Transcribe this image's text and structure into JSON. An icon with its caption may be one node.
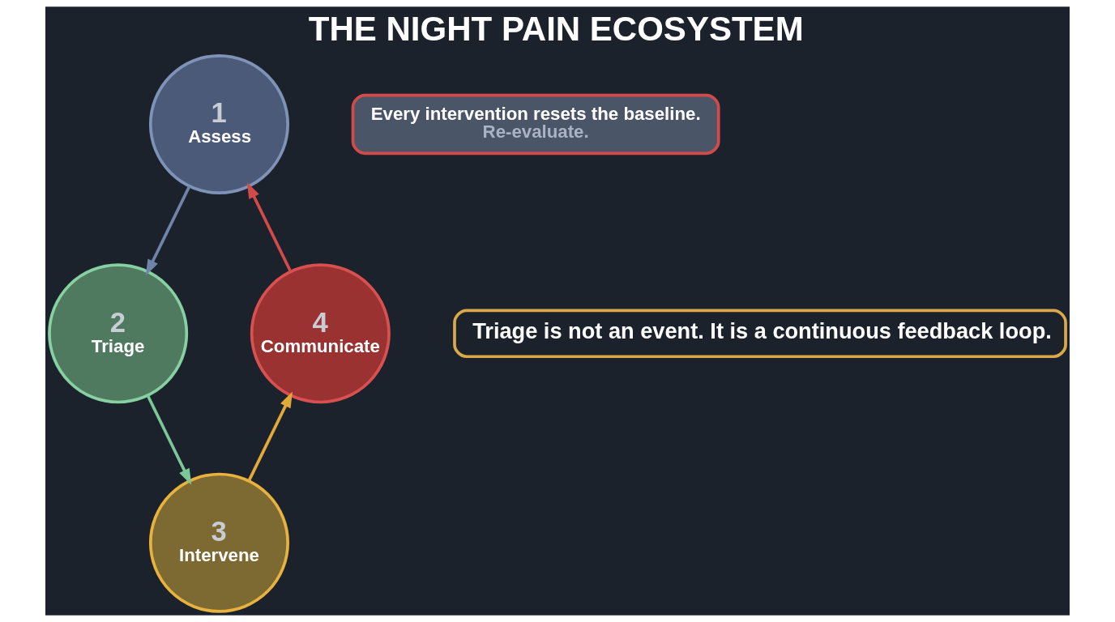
{
  "diagram": {
    "title": "THE NIGHT PAIN ECOSYSTEM",
    "nodes": [
      {
        "text": [
          "1",
          "Assess"
        ]
      },
      {
        "text": [
          "2",
          "Triage"
        ]
      },
      {
        "text": [
          "3",
          "Intervene"
        ]
      },
      {
        "text": [
          "4",
          "Communicate"
        ]
      },
      {
        "text": [
          "Every intervention resets the baseline.",
          "Re-evaluate."
        ]
      },
      {
        "text": [
          "Triage is not an event. It is a continuous feedback loop."
        ]
      }
    ],
    "edges": [
      {
        "from": 0,
        "to": 1,
        "arrow": "to",
        "color": "#6f84a8"
      },
      {
        "from": 1,
        "to": 2,
        "arrow": "to",
        "color": "#7cc79a"
      },
      {
        "from": 2,
        "to": 3,
        "arrow": "to",
        "color": "#e0a93a"
      },
      {
        "from": 3,
        "to": 0,
        "arrow": "to",
        "color": "#d24a4a"
      }
    ]
  }
}
